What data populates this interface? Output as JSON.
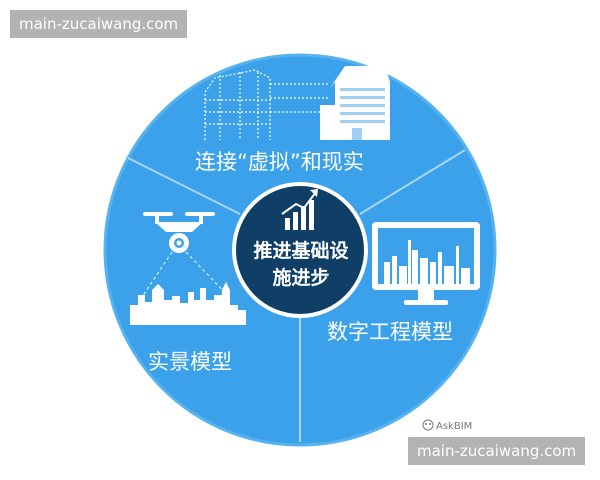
{
  "watermark": {
    "text": "main-zucaiwang.com"
  },
  "center": {
    "line1": "推进基础设",
    "line2": "施进步"
  },
  "segments": {
    "top": "连接“虚拟”和现实",
    "left": "实景模型",
    "right": "数字工程模型"
  },
  "brand": {
    "text": "AskBIM"
  },
  "colors": {
    "circle": "#3aa1ea",
    "circle_dark": "#2d8fd9",
    "center": "#0f3e66",
    "white": "#ffffff"
  },
  "icons": {
    "top": "buildings-icon",
    "left": "drone-scan-icon",
    "right": "monitor-city-icon",
    "center": "growth-chart-icon"
  }
}
